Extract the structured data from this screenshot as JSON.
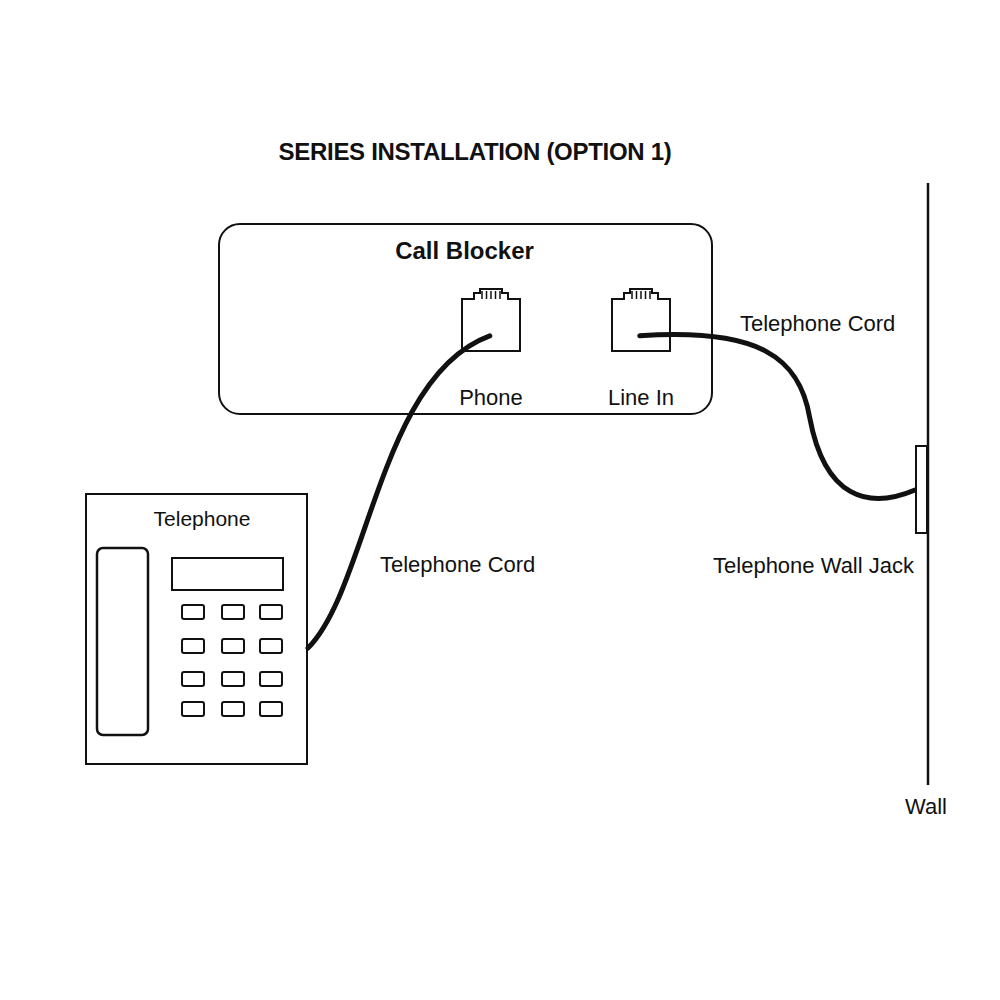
{
  "diagram": {
    "title": "SERIES INSTALLATION (OPTION 1)",
    "nodes": [
      {
        "text": [
          "Call Blocker"
        ]
      },
      {
        "text": [
          "Phone"
        ],
        "in": 0
      },
      {
        "text": [
          "Line In"
        ],
        "in": 0
      },
      {
        "text": [
          "Telephone"
        ]
      },
      {
        "text": [
          "Telephone Wall Jack"
        ]
      }
    ],
    "edges": [
      {
        "from": 3,
        "to": 1,
        "arrow": "none",
        "label": "Telephone Cord"
      },
      {
        "from": 2,
        "to": 4,
        "arrow": "none",
        "label": "Telephone Cord"
      }
    ],
    "labels": [
      "Wall"
    ]
  }
}
